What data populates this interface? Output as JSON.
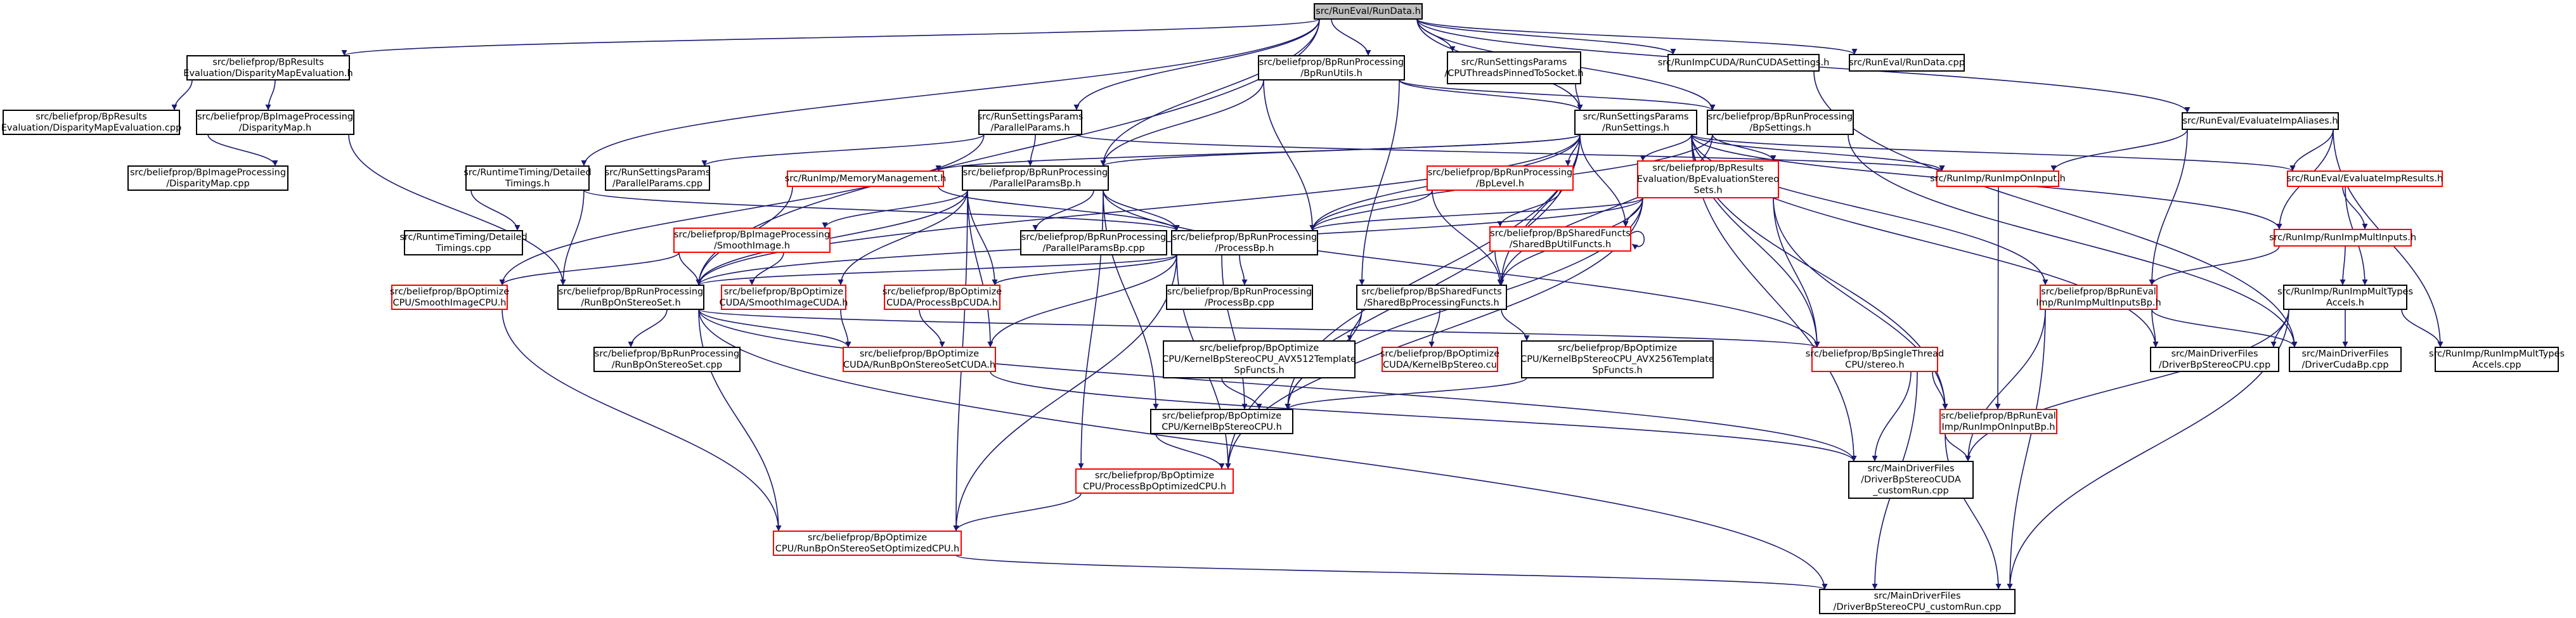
{
  "colors": {
    "edge": "#191970",
    "border_default": "#000000",
    "border_incomplete": "#ff0000",
    "root_fill": "#bfbfbf",
    "fill": "#ffffff"
  },
  "nodes": [
    {
      "id": "root",
      "lines": [
        "src/RunEval/RunData.h"
      ],
      "style": "root"
    },
    {
      "id": "bpres_disp_h",
      "lines": [
        "src/beliefprop/BpResults",
        "Evaluation/DisparityMapEvaluation.h"
      ],
      "style": "normal"
    },
    {
      "id": "bprunproc_utils_h",
      "lines": [
        "src/beliefprop/BpRunProcessing",
        "/BpRunUtils.h"
      ],
      "style": "normal"
    },
    {
      "id": "runset_threads_h",
      "lines": [
        "src/RunSettingsParams",
        "/CPUThreadsPinnedToSocket.h"
      ],
      "style": "normal"
    },
    {
      "id": "runimpcuda_h",
      "lines": [
        "src/RunImpCUDA/RunCUDASettings.h"
      ],
      "style": "normal"
    },
    {
      "id": "rundata_cpp",
      "lines": [
        "src/RunEval/RunData.cpp"
      ],
      "style": "normal"
    },
    {
      "id": "bpres_disp_cpp",
      "lines": [
        "src/beliefprop/BpResults",
        "Evaluation/DisparityMapEvaluation.cpp"
      ],
      "style": "normal"
    },
    {
      "id": "bpimg_disp_h",
      "lines": [
        "src/beliefprop/BpImageProcessing",
        "/DisparityMap.h"
      ],
      "style": "normal"
    },
    {
      "id": "runset_parallel_h",
      "lines": [
        "src/RunSettingsParams",
        "/ParallelParams.h"
      ],
      "style": "normal"
    },
    {
      "id": "runset_runsettings_h",
      "lines": [
        "src/RunSettingsParams",
        "/RunSettings.h"
      ],
      "style": "normal"
    },
    {
      "id": "bprunproc_bpsettings_h",
      "lines": [
        "src/beliefprop/BpRunProcessing",
        "/BpSettings.h"
      ],
      "style": "normal"
    },
    {
      "id": "runeval_aliases_h",
      "lines": [
        "src/RunEval/EvaluateImpAliases.h"
      ],
      "style": "normal"
    },
    {
      "id": "bpimg_disp_cpp",
      "lines": [
        "src/beliefprop/BpImageProcessing",
        "/DisparityMap.cpp"
      ],
      "style": "normal"
    },
    {
      "id": "runtime_detailed_h",
      "lines": [
        "src/RuntimeTiming/Detailed",
        "Timings.h"
      ],
      "style": "normal"
    },
    {
      "id": "runset_parallel_cpp",
      "lines": [
        "src/RunSettingsParams",
        "/ParallelParams.cpp"
      ],
      "style": "normal"
    },
    {
      "id": "runimp_memory_h",
      "lines": [
        "src/RunImp/MemoryManagement.h"
      ],
      "style": "red"
    },
    {
      "id": "bprunproc_parallel_h",
      "lines": [
        "src/beliefprop/BpRunProcessing",
        "/ParallelParamsBp.h"
      ],
      "style": "normal"
    },
    {
      "id": "bprunproc_bplevel_h",
      "lines": [
        "src/beliefprop/BpRunProcessing",
        "/BpLevel.h"
      ],
      "style": "red"
    },
    {
      "id": "bpres_stereo_h",
      "lines": [
        "src/beliefprop/BpResults",
        "Evaluation/BpEvaluationStereo",
        "Sets.h"
      ],
      "style": "red"
    },
    {
      "id": "runimp_input_h",
      "lines": [
        "src/RunImp/RunImpOnInput.h"
      ],
      "style": "red"
    },
    {
      "id": "runeval_results_h",
      "lines": [
        "src/RunEval/EvaluateImpResults.h"
      ],
      "style": "red"
    },
    {
      "id": "runtime_detailed_cpp",
      "lines": [
        "src/RuntimeTiming/Detailed",
        "Timings.cpp"
      ],
      "style": "normal"
    },
    {
      "id": "bpimg_smooth_h",
      "lines": [
        "src/beliefprop/BpImageProcessing",
        "/SmoothImage.h"
      ],
      "style": "red"
    },
    {
      "id": "bprunproc_parallel_cpp",
      "lines": [
        "src/beliefprop/BpRunProcessing",
        "/ParallelParamsBp.cpp"
      ],
      "style": "normal"
    },
    {
      "id": "bprunproc_processbp_h",
      "lines": [
        "src/beliefprop/BpRunProcessing",
        "/ProcessBp.h"
      ],
      "style": "normal"
    },
    {
      "id": "bpshared_util_h",
      "lines": [
        "src/beliefprop/BpSharedFuncts",
        "/SharedBpUtilFuncts.h"
      ],
      "style": "red"
    },
    {
      "id": "runimp_multinputs_h",
      "lines": [
        "src/RunImp/RunImpMultInputs.h"
      ],
      "style": "red"
    },
    {
      "id": "bpopt_smooth_cpu_h",
      "lines": [
        "src/beliefprop/BpOptimize",
        "CPU/SmoothImageCPU.h"
      ],
      "style": "red"
    },
    {
      "id": "bprunproc_onstereo_h",
      "lines": [
        "src/beliefprop/BpRunProcessing",
        "/RunBpOnStereoSet.h"
      ],
      "style": "normal"
    },
    {
      "id": "bpopt_smooth_cuda_h",
      "lines": [
        "src/beliefprop/BpOptimize",
        "CUDA/SmoothImageCUDA.h"
      ],
      "style": "red"
    },
    {
      "id": "bpopt_process_cuda_h",
      "lines": [
        "src/beliefprop/BpOptimize",
        "CUDA/ProcessBpCUDA.h"
      ],
      "style": "red"
    },
    {
      "id": "bprunproc_processbp_cpp",
      "lines": [
        "src/beliefprop/BpRunProcessing",
        "/ProcessBp.cpp"
      ],
      "style": "normal"
    },
    {
      "id": "bpshared_processing_h",
      "lines": [
        "src/beliefprop/BpSharedFuncts",
        "/SharedBpProcessingFuncts.h"
      ],
      "style": "normal"
    },
    {
      "id": "bprunimp_multinputsbp_h",
      "lines": [
        "src/beliefprop/BpRunEval",
        "Imp/RunImpMultInputsBp.h"
      ],
      "style": "red"
    },
    {
      "id": "runimp_multtypes_h",
      "lines": [
        "src/RunImp/RunImpMultTypes",
        "Accels.h"
      ],
      "style": "normal"
    },
    {
      "id": "bprunproc_onstereo_cpp",
      "lines": [
        "src/beliefprop/BpRunProcessing",
        "/RunBpOnStereoSet.cpp"
      ],
      "style": "normal"
    },
    {
      "id": "bpopt_onstereo_cuda_h",
      "lines": [
        "src/beliefprop/BpOptimize",
        "CUDA/RunBpOnStereoSetCUDA.h"
      ],
      "style": "red"
    },
    {
      "id": "bpopt_kernel_avx512_h",
      "lines": [
        "src/beliefprop/BpOptimize",
        "CPU/KernelBpStereoCPU_AVX512Template",
        "SpFuncts.h"
      ],
      "style": "normal"
    },
    {
      "id": "bpopt_kernel_cu",
      "lines": [
        "src/beliefprop/BpOptimize",
        "CUDA/KernelBpStereo.cu"
      ],
      "style": "red"
    },
    {
      "id": "bpopt_kernel_avx256_h",
      "lines": [
        "src/beliefprop/BpOptimize",
        "CPU/KernelBpStereoCPU_AVX256Template",
        "SpFuncts.h"
      ],
      "style": "normal"
    },
    {
      "id": "bpsingle_stereo_h",
      "lines": [
        "src/beliefprop/BpSingleThread",
        "CPU/stereo.h"
      ],
      "style": "red"
    },
    {
      "id": "main_driver_cpu_cpp",
      "lines": [
        "src/MainDriverFiles",
        "/DriverBpStereoCPU.cpp"
      ],
      "style": "normal"
    },
    {
      "id": "main_driver_cuda_cpp",
      "lines": [
        "src/MainDriverFiles",
        "/DriverCudaBp.cpp"
      ],
      "style": "normal"
    },
    {
      "id": "runimp_multtypes_cpp",
      "lines": [
        "src/RunImp/RunImpMultTypes",
        "Accels.cpp"
      ],
      "style": "normal"
    },
    {
      "id": "bpopt_kernel_cpu_h",
      "lines": [
        "src/beliefprop/BpOptimize",
        "CPU/KernelBpStereoCPU.h"
      ],
      "style": "normal"
    },
    {
      "id": "bprunimp_oninputbp_h",
      "lines": [
        "src/beliefprop/BpRunEval",
        "Imp/RunImpOnInputBp.h"
      ],
      "style": "red"
    },
    {
      "id": "bpopt_process_opt_cpu_h",
      "lines": [
        "src/beliefprop/BpOptimize",
        "CPU/ProcessBpOptimizedCPU.h"
      ],
      "style": "red"
    },
    {
      "id": "main_driver_cuda_custom_cpp",
      "lines": [
        "src/MainDriverFiles",
        "/DriverBpStereoCUDA",
        "_customRun.cpp"
      ],
      "style": "normal"
    },
    {
      "id": "bpopt_onstereo_opt_cpu_h",
      "lines": [
        "src/beliefprop/BpOptimize",
        "CPU/RunBpOnStereoSetOptimizedCPU.h"
      ],
      "style": "red"
    },
    {
      "id": "main_driver_cpu_custom_cpp",
      "lines": [
        "src/MainDriverFiles",
        "/DriverBpStereoCPU_customRun.cpp"
      ],
      "style": "normal"
    }
  ]
}
